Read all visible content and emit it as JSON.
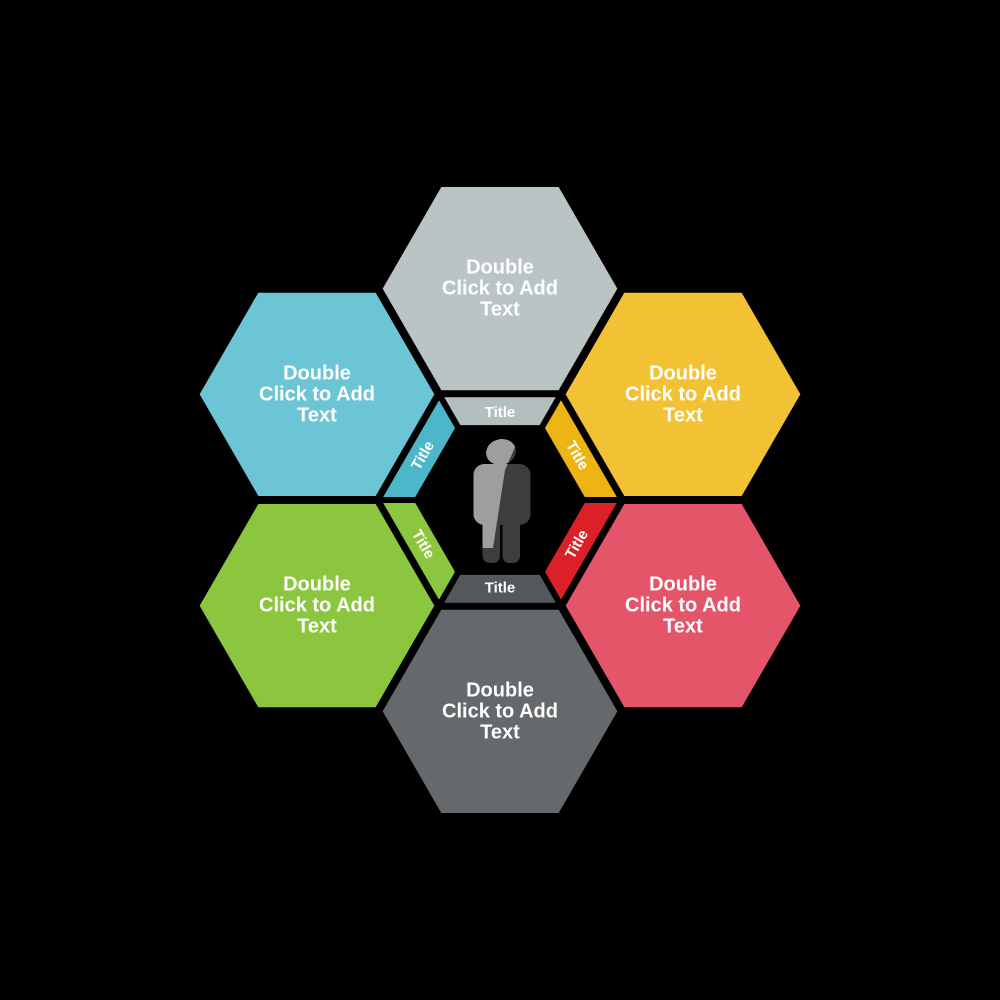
{
  "background_color": "#000000",
  "diagram": {
    "type": "hexagon-flower-six-segments",
    "center_icon": "person-icon",
    "person": {
      "light_color": "#9e9e9e",
      "dark_color": "#3d3d3d"
    },
    "petals": [
      {
        "position": "top",
        "color": "#bac4c5",
        "tab_color": "#b3bebf",
        "tab_label": "Title",
        "lines": [
          "Double",
          "Click to Add",
          "Text"
        ]
      },
      {
        "position": "upper-left",
        "color": "#6cc5d4",
        "tab_color": "#4db6c9",
        "tab_label": "Title",
        "lines": [
          "Double",
          "Click to Add",
          "Text"
        ]
      },
      {
        "position": "upper-right",
        "color": "#f3c134",
        "tab_color": "#eeb315",
        "tab_label": "Title",
        "lines": [
          "Double",
          "Click to Add",
          "Text"
        ]
      },
      {
        "position": "lower-left",
        "color": "#8cc63f",
        "tab_color": "#8cc63f",
        "tab_label": "Title",
        "lines": [
          "Double",
          "Click to Add",
          "Text"
        ]
      },
      {
        "position": "lower-right",
        "color": "#e4556a",
        "tab_color": "#dc2027",
        "tab_label": "Title",
        "lines": [
          "Double",
          "Click to Add",
          "Text"
        ]
      },
      {
        "position": "bottom",
        "color": "#65696b",
        "tab_color": "#54585a",
        "tab_label": "Title",
        "lines": [
          "Double",
          "Click to Add",
          "Text"
        ]
      }
    ]
  }
}
